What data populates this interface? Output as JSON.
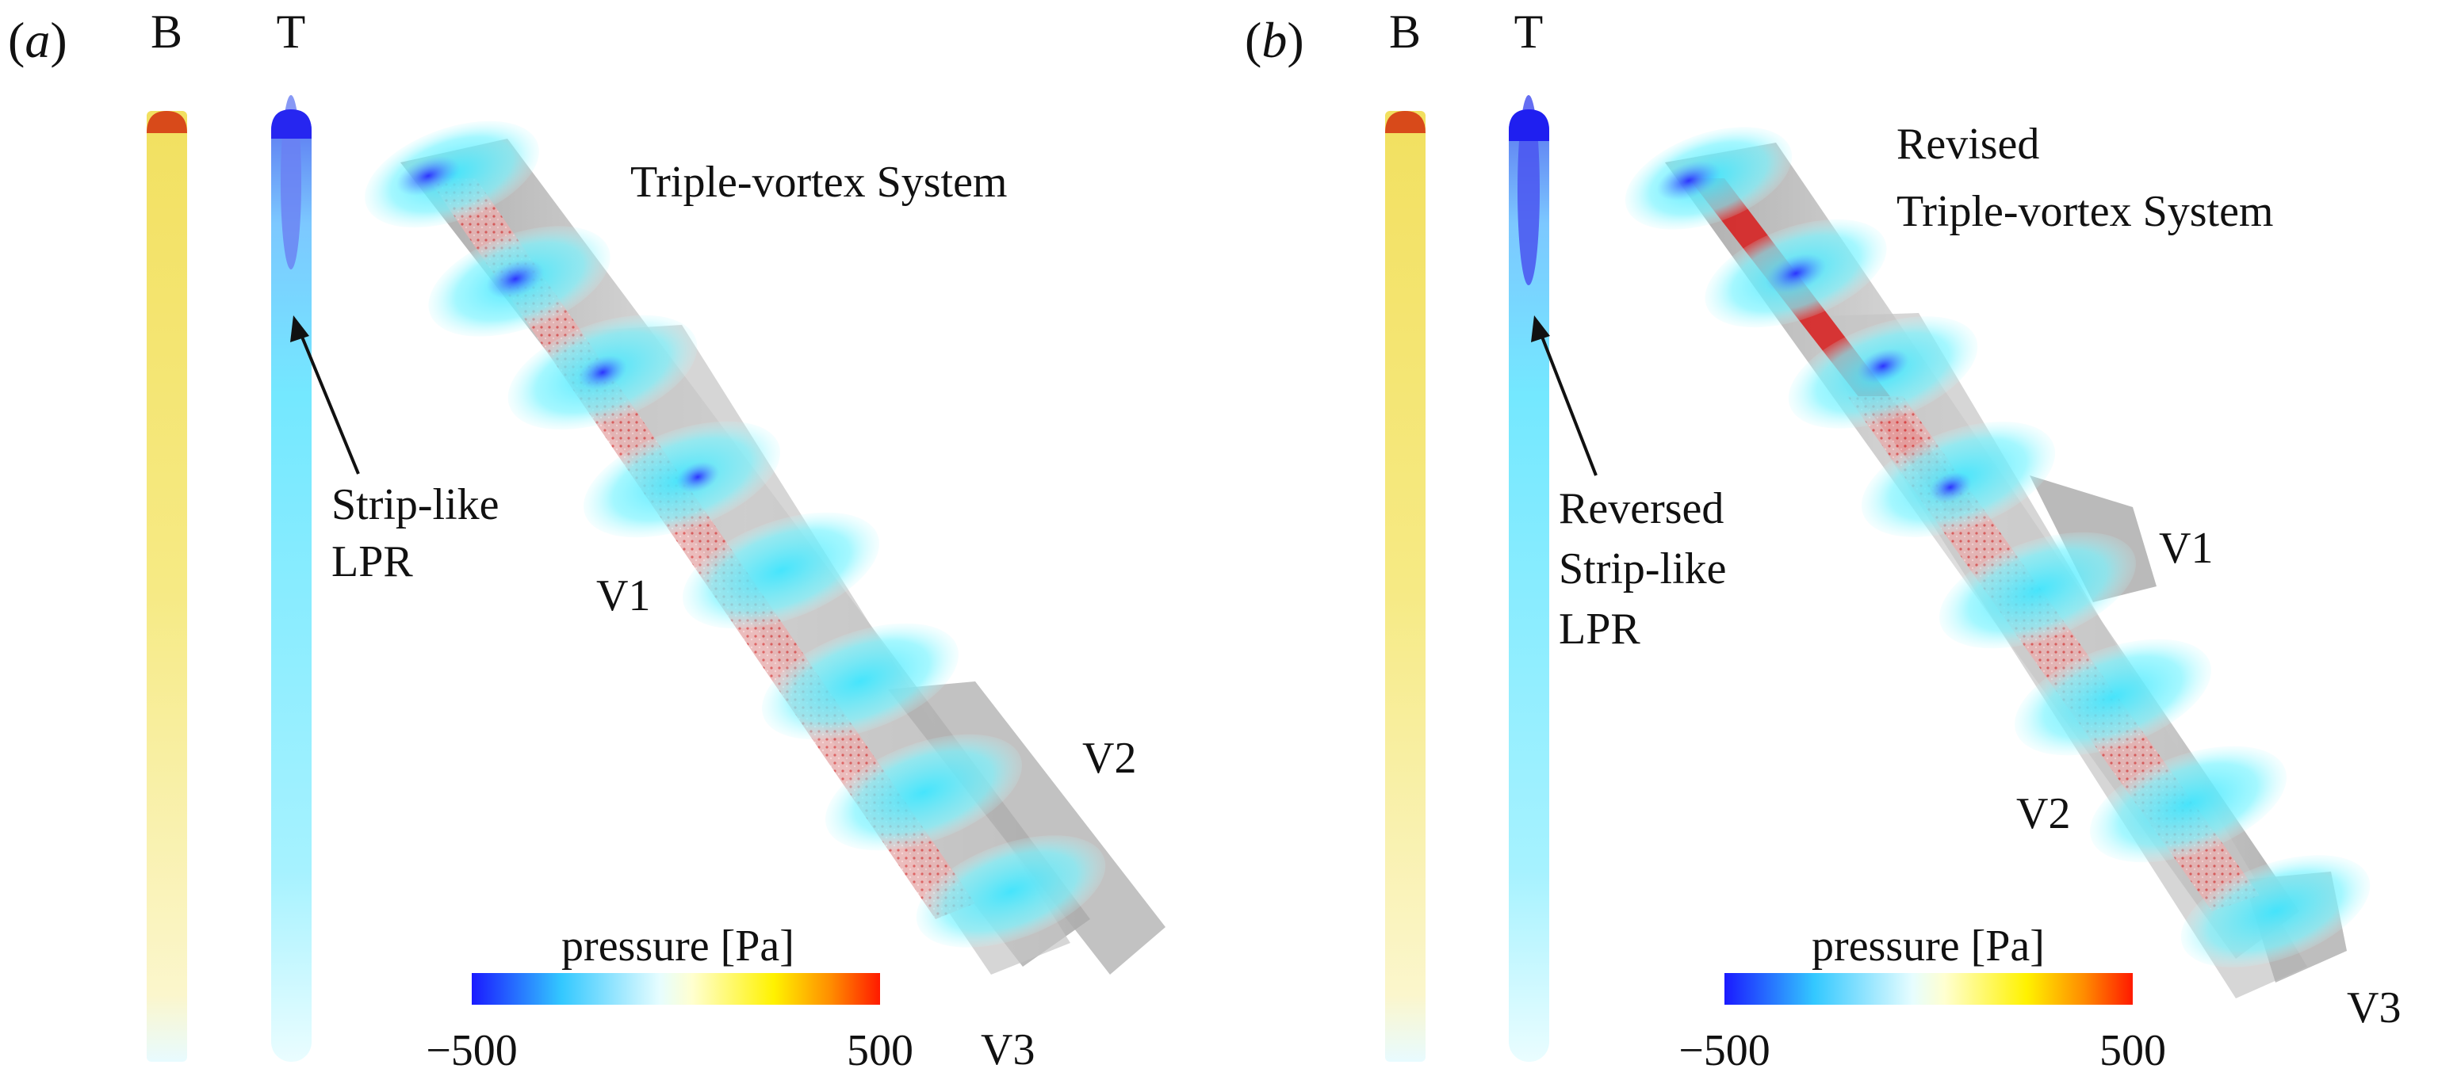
{
  "panels": [
    {
      "id": "a",
      "tag_open": "(",
      "tag_letter": "a",
      "tag_close": ")",
      "bar_b_label": "B",
      "bar_t_label": "T",
      "title_lines": [
        "Triple-vortex System"
      ],
      "arrow_label_lines": [
        "Strip-like",
        "LPR"
      ],
      "vortex_labels": [
        "V1",
        "V2",
        "V3"
      ],
      "colorbar": {
        "title": "pressure [Pa]",
        "min_label": "−500",
        "max_label": "500",
        "min": -500,
        "max": 500
      }
    },
    {
      "id": "b",
      "tag_open": "(",
      "tag_letter": "b",
      "tag_close": ")",
      "bar_b_label": "B",
      "bar_t_label": "T",
      "title_lines": [
        "Revised",
        "Triple-vortex System"
      ],
      "arrow_label_lines": [
        "Reversed",
        "Strip-like",
        "LPR"
      ],
      "vortex_labels": [
        "V1",
        "V2",
        "V3"
      ],
      "colorbar": {
        "title": "pressure [Pa]",
        "min_label": "−500",
        "max_label": "500",
        "min": -500,
        "max": 500
      }
    }
  ],
  "colors": {
    "colormap": [
      "#1a1aff",
      "#33c8ff",
      "#ccfaff",
      "#ffffd0",
      "#fff200",
      "#ff8c00",
      "#ff1a00"
    ],
    "vortex_gray": "#b9b9b9",
    "slice_cyan": "#5ff0ff",
    "core_red": "#e01a1a"
  }
}
